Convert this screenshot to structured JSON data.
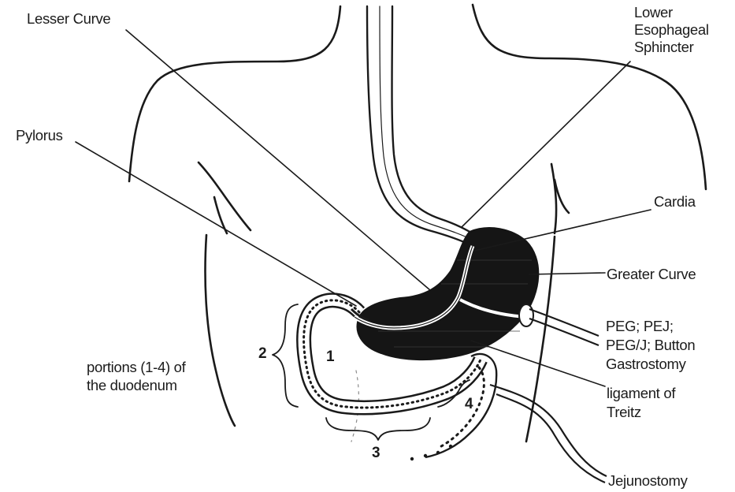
{
  "labels": {
    "lesser_curve": "Lesser Curve",
    "lower_esophageal_sphincter": [
      "Lower",
      "Esophageal",
      "Sphincter"
    ],
    "pylorus": "Pylorus",
    "cardia": "Cardia",
    "greater_curve": "Greater Curve",
    "peg": [
      "PEG; PEJ;",
      "PEG/J; Button",
      "Gastrostomy"
    ],
    "ligament": [
      "ligament of",
      "Treitz"
    ],
    "duodenum_portions": [
      "portions (1-4) of",
      "the duodenum"
    ],
    "jejunostomy": "Jejunostomy"
  },
  "portion_numbers": [
    "1",
    "2",
    "3",
    "4"
  ],
  "colors": {
    "ink": "#1a1a1a",
    "background": "#ffffff"
  }
}
